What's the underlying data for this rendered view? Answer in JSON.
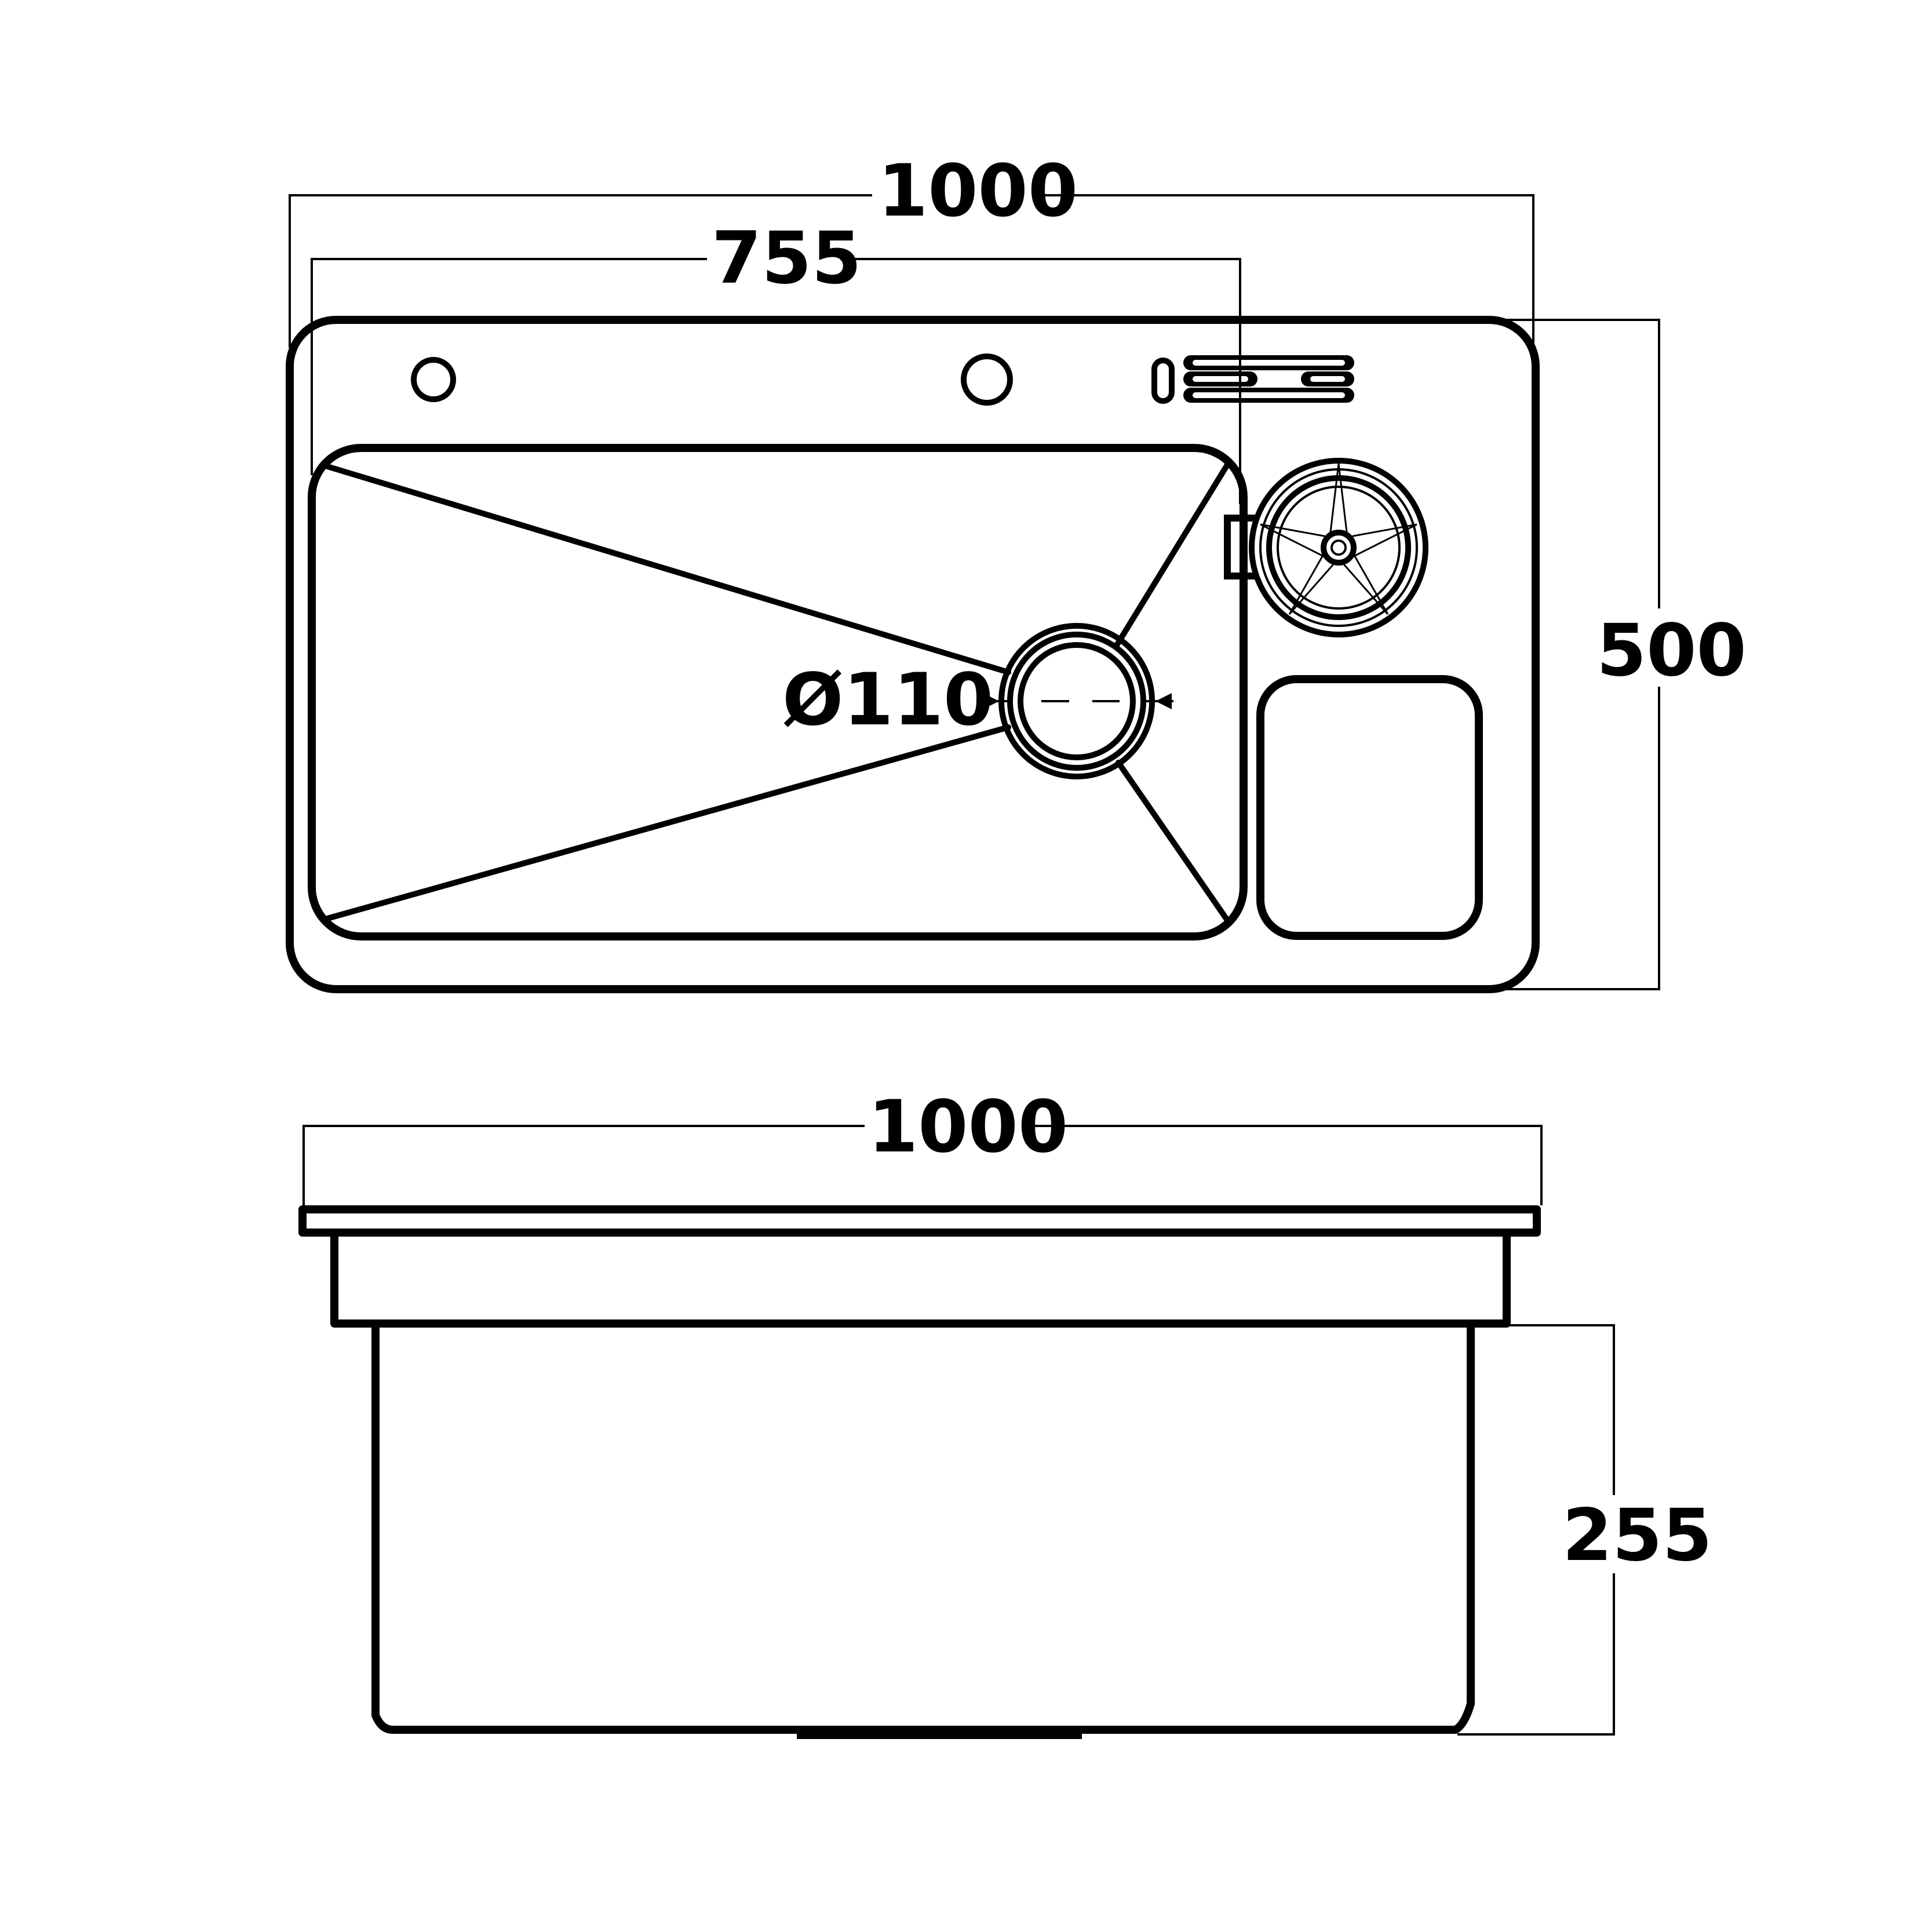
{
  "top_view": {
    "overall_width": "1000",
    "bowl_width": "755",
    "overall_depth": "500",
    "drain_diameter": "Ø110"
  },
  "side_view": {
    "overall_width": "1000",
    "bowl_height": "255"
  },
  "colors": {
    "line": "#000000",
    "background": "#ffffff"
  }
}
